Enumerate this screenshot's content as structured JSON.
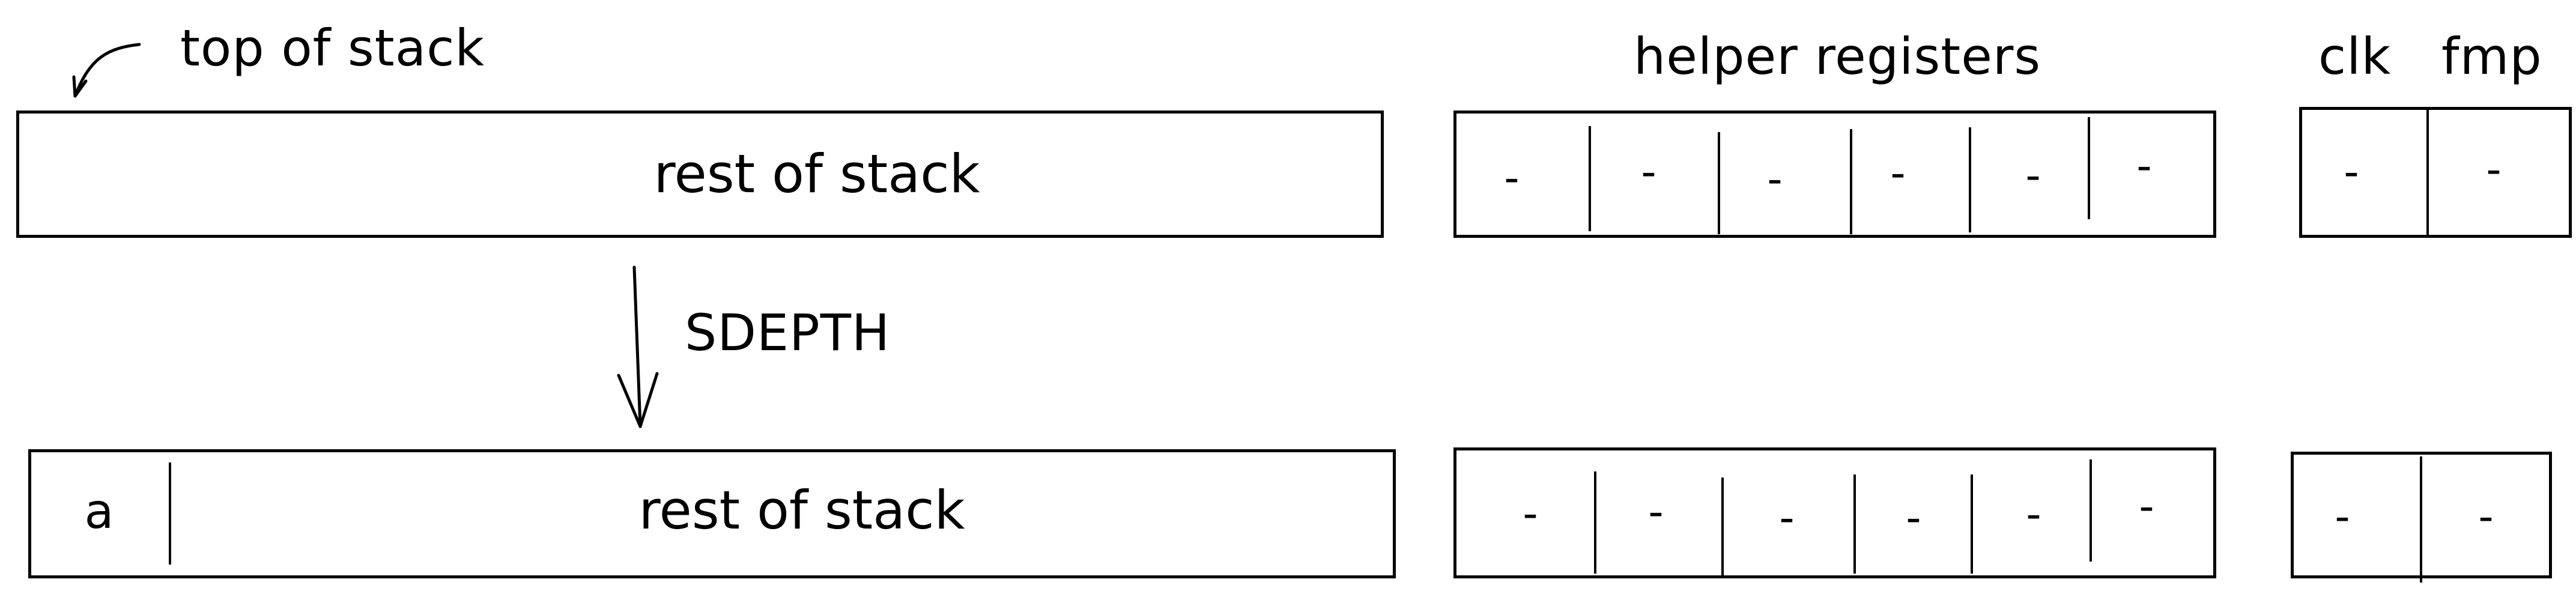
{
  "annotations": {
    "top_of_stack": "top of stack",
    "helper_registers": "helper registers",
    "clk": "clk",
    "fmp": "fmp",
    "operation": "SDEPTH"
  },
  "before": {
    "stack": {
      "rest_label": "rest of stack"
    },
    "helper_registers": [
      "-",
      "-",
      "-",
      "-",
      "-",
      "-"
    ],
    "clk": "-",
    "fmp": "-"
  },
  "after": {
    "stack": {
      "top_value": "a",
      "rest_label": "rest of stack"
    },
    "helper_registers": [
      "-",
      "-",
      "-",
      "-",
      "-",
      "-"
    ],
    "clk": "-",
    "fmp": "-"
  }
}
